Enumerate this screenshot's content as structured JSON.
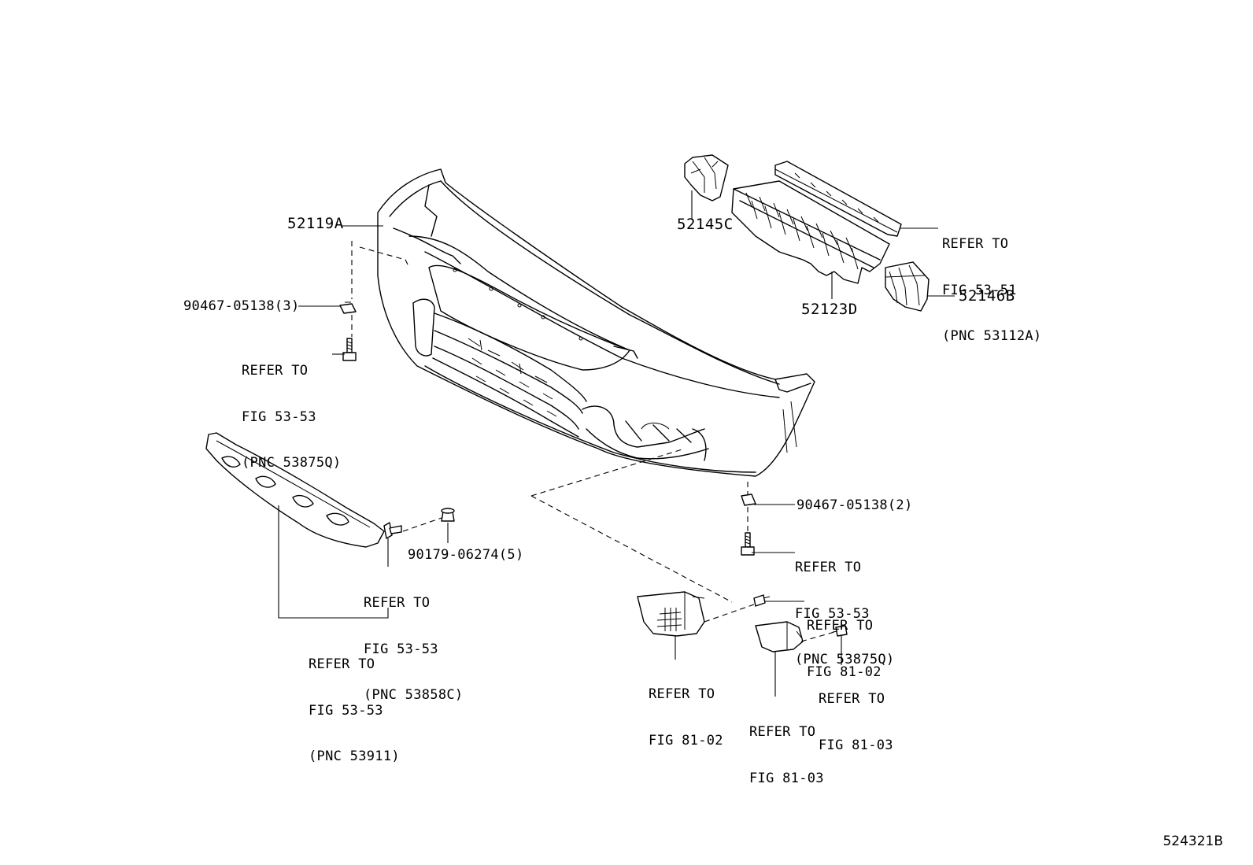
{
  "diagram_id": "524321B",
  "part_numbers": {
    "bumper_cover": "52119A",
    "retainer_left": "52145C",
    "absorber": "52123D",
    "retainer_right": "52146B",
    "nut_upper": "90467-05138(3)",
    "nut_lower": "90467-05138(2)",
    "clip": "90179-06274(5)"
  },
  "references": {
    "reinforcement": [
      "REFER TO",
      "FIG 53-51",
      "(PNC 53112A)"
    ],
    "bolt_upper": [
      "REFER TO",
      "FIG 53-53",
      "(PNC 53875Q)"
    ],
    "bolt_lower": [
      "REFER TO",
      "FIG 53-53",
      "(PNC 53875Q)"
    ],
    "clip_screw": [
      "REFER TO",
      "FIG 53-53",
      "(PNC 53858C)"
    ],
    "lower_cover": [
      "REFER TO",
      "FIG 53-53",
      "(PNC 53911)"
    ],
    "turn_lamp_screw": [
      "REFER TO",
      "FIG 81-02"
    ],
    "turn_lamp": [
      "REFER TO",
      "FIG 81-02"
    ],
    "side_lamp_screw": [
      "REFER TO",
      "FIG 81-03"
    ],
    "side_lamp": [
      "REFER TO",
      "FIG 81-03"
    ]
  }
}
